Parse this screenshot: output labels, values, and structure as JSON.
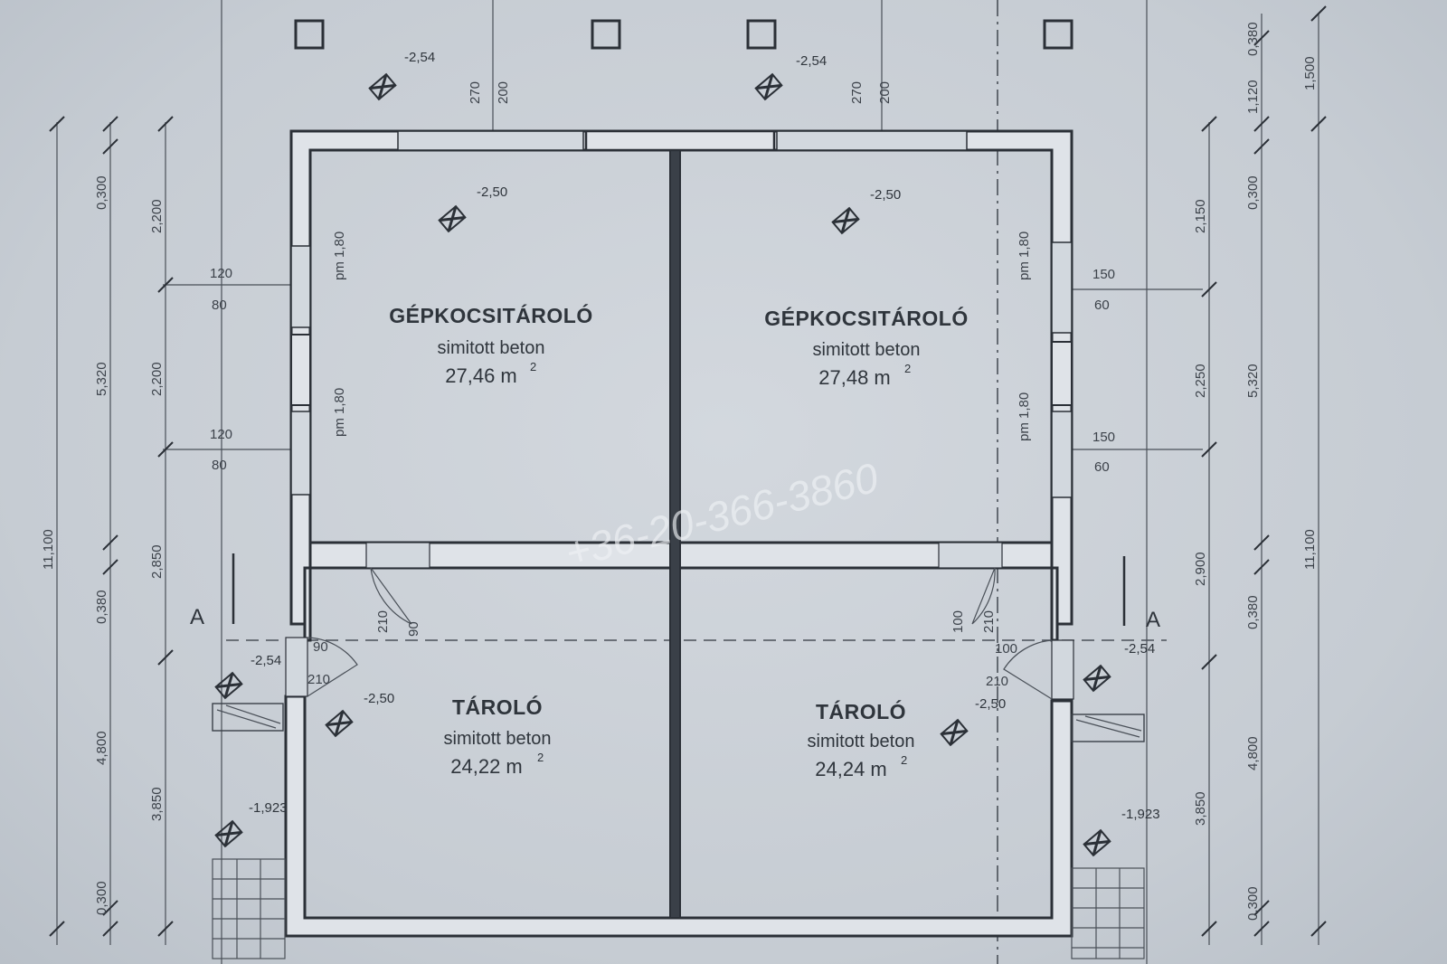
{
  "rooms": [
    {
      "name": "GÉPKOCSITÁROLÓ",
      "material": "simitott beton",
      "area": "27,46 m",
      "sup": "2"
    },
    {
      "name": "GÉPKOCSITÁROLÓ",
      "material": "simitott beton",
      "area": "27,48 m",
      "sup": "2"
    },
    {
      "name": "TÁROLÓ",
      "material": "simitott beton",
      "area": "24,22 m",
      "sup": "2"
    },
    {
      "name": "TÁROLÓ",
      "material": "simitott beton",
      "area": "24,24 m",
      "sup": "2"
    }
  ],
  "levels": {
    "top_left": "-2,54",
    "top_mid": "-2,54",
    "room1": "-2,50",
    "room2": "-2,50",
    "room3": "-2,50",
    "room4": "-2,50",
    "left_step": "-2,54",
    "right_step": "-2,54",
    "left_low": "-1,923",
    "right_low": "-1,923"
  },
  "window_labels": {
    "a": "pm 1,80",
    "b": "pm 1,80",
    "c": "pm 1,80",
    "d": "pm 1,80"
  },
  "dimensions": {
    "left_outer": "11,100",
    "left_a": [
      "0,300",
      "5,320",
      "0,380",
      "4,800",
      "0,300"
    ],
    "left_b": [
      "2,200",
      "2,200",
      "2,850",
      "3,850"
    ],
    "left_window": [
      "120",
      "80",
      "120",
      "80"
    ],
    "right_window": [
      "150",
      "60",
      "150",
      "60"
    ],
    "right_b": [
      "2,150",
      "2,250",
      "2,900",
      "3,850"
    ],
    "right_a": [
      "0,380",
      "1,120",
      "0,300",
      "5,320",
      "0,380",
      "4,800",
      "0,300"
    ],
    "right_outer_top": "1,500",
    "right_outer": "11,100",
    "top_pair1": [
      "270",
      "200"
    ],
    "top_pair2": [
      "270",
      "200"
    ],
    "door_labels": [
      "210",
      "90",
      "90",
      "210",
      "100",
      "210",
      "100",
      "210"
    ]
  },
  "section_marks": [
    "A",
    "A"
  ],
  "watermark": "+36-20-366-3860",
  "colors": {
    "paper": "#c9cfd6",
    "line": "#2b3037",
    "wall_fill": "#dfe3e8"
  }
}
